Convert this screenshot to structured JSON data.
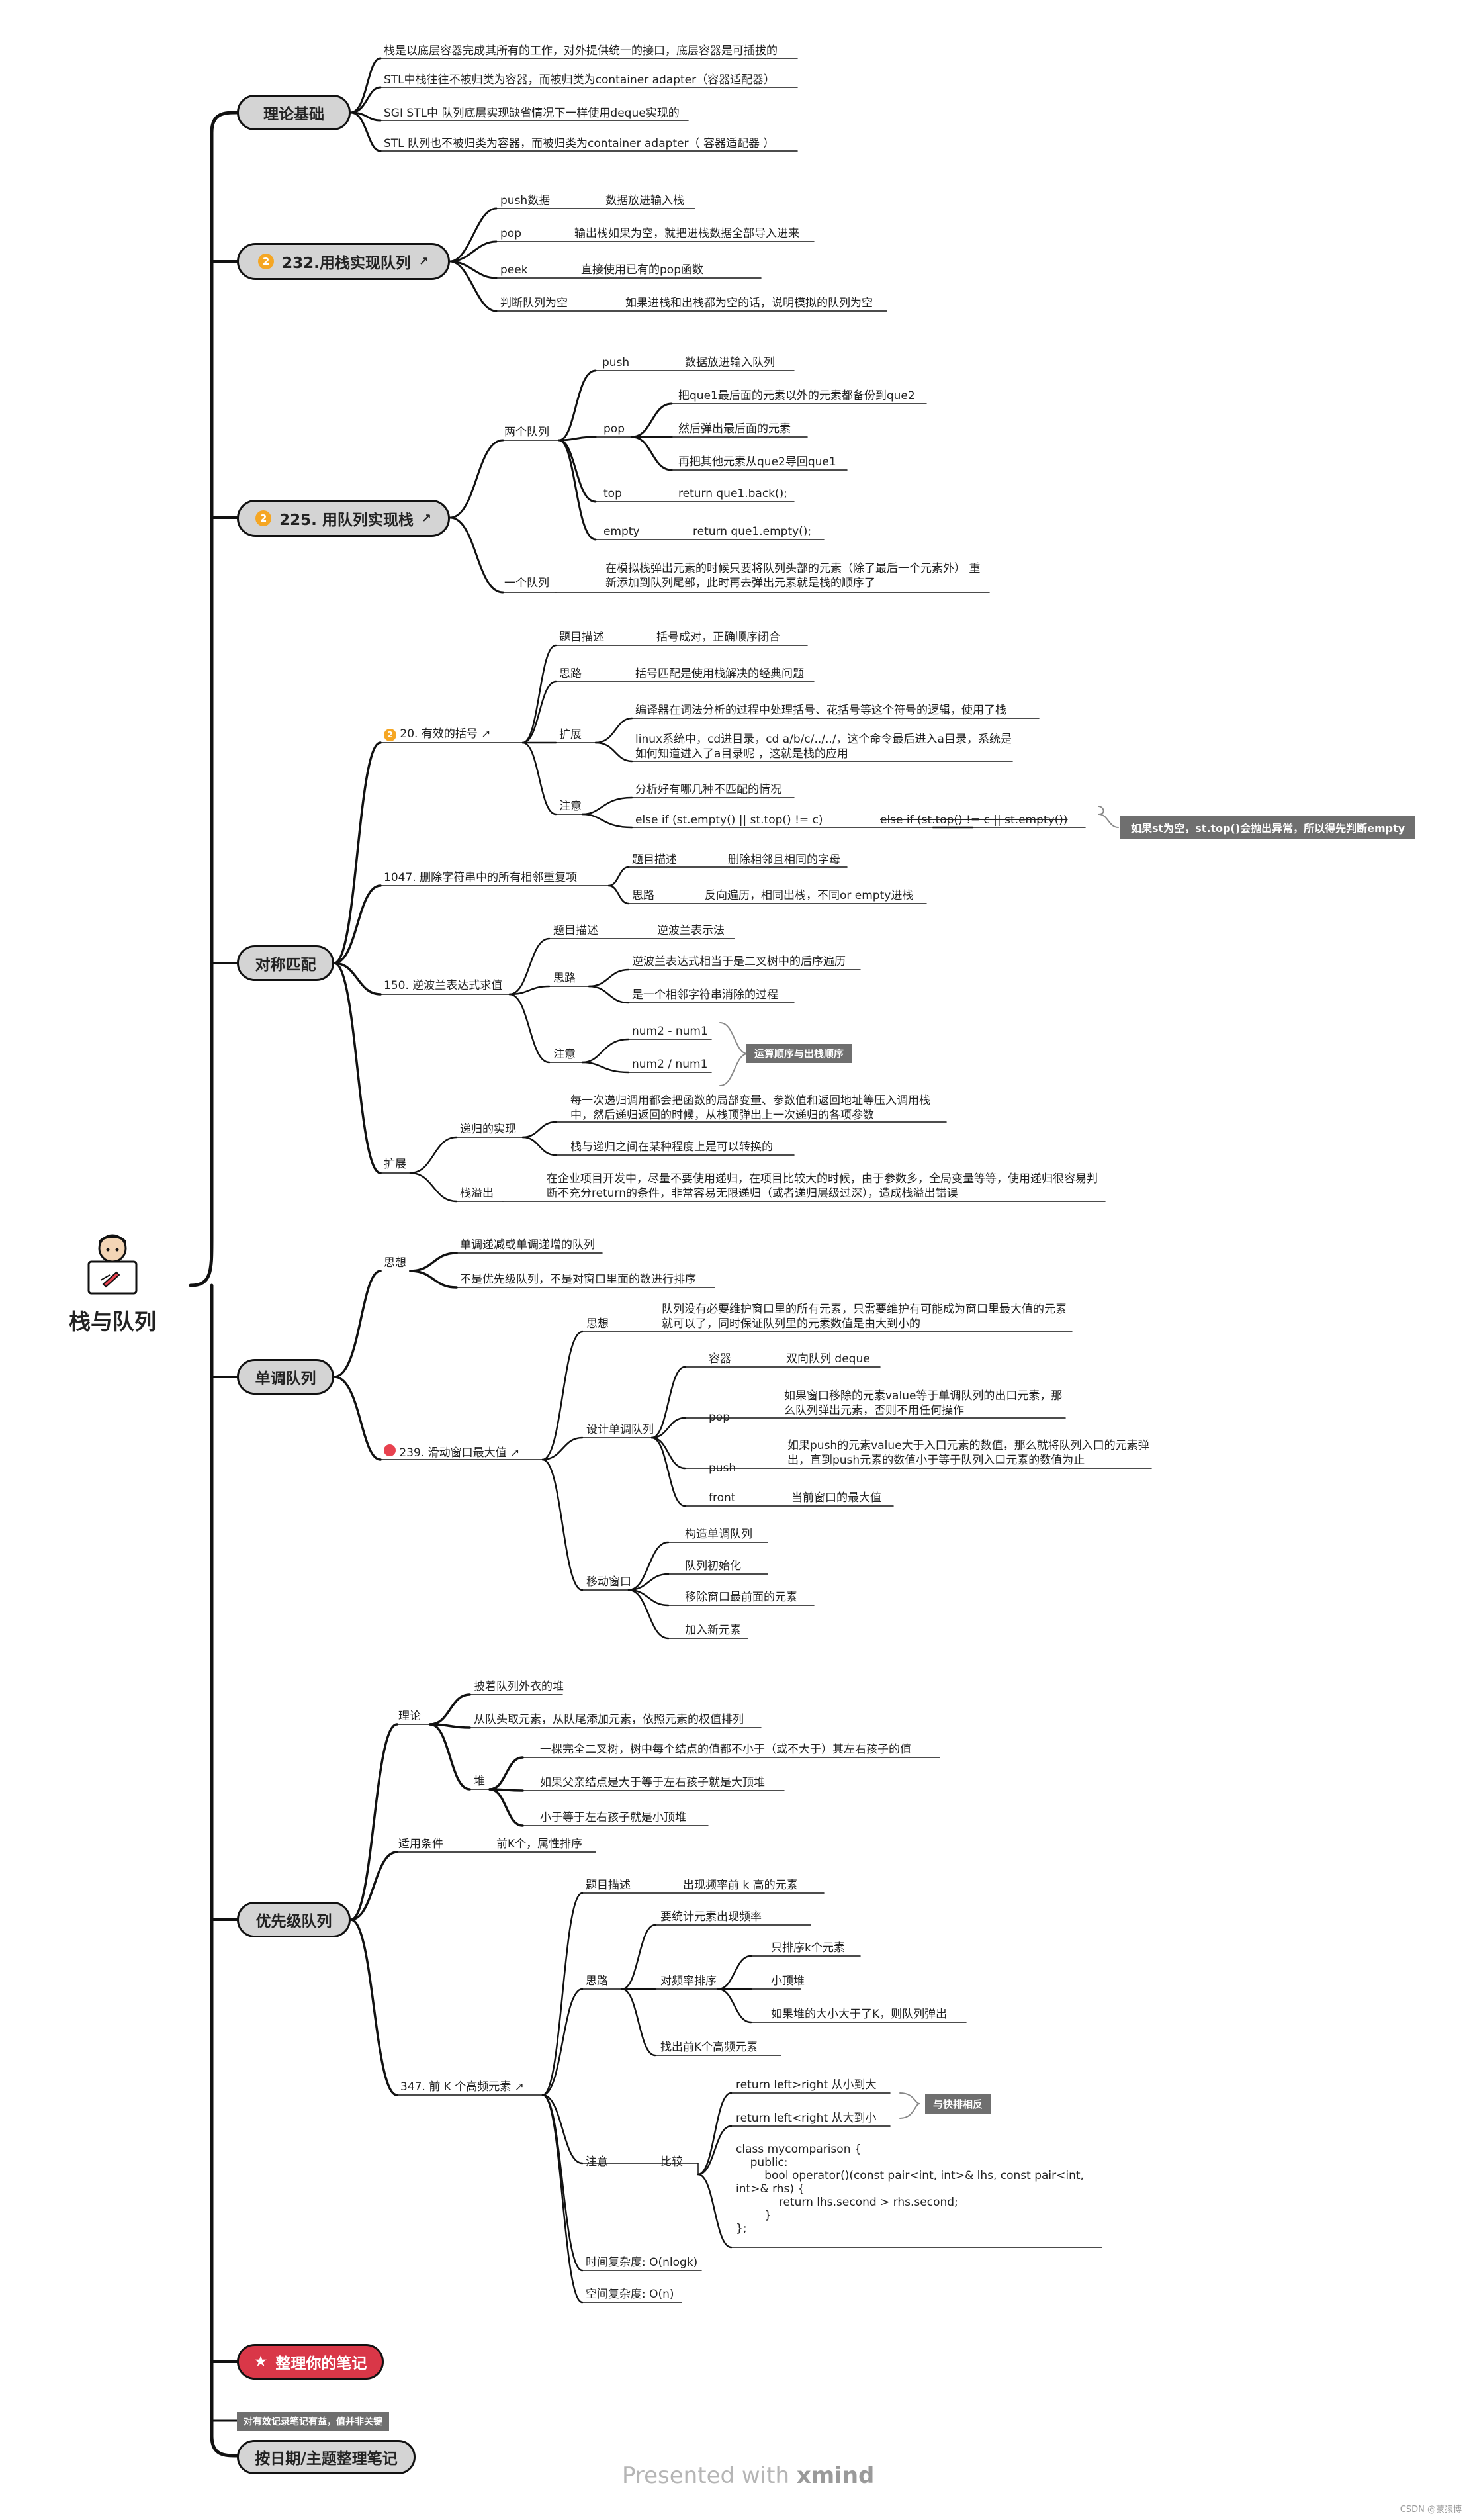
{
  "root": {
    "title": "栈与队列"
  },
  "watermark": {
    "prefix": "Presented with ",
    "brand": "xmind"
  },
  "credit": "CSDN @蒙猿博",
  "topics": {
    "t1": "理论基础",
    "t2": "232.用栈实现队列",
    "t3": "225. 用队列实现栈",
    "t4": "对称匹配",
    "t5": "单调队列",
    "t6": "优先级队列",
    "t7": "整理你的笔记",
    "t8": "按日期/主题整理笔记",
    "badge2": "2"
  },
  "b1": {
    "a": "栈是以底层容器完成其所有的工作，对外提供统一的接口，底层容器是可插拔的",
    "b": "STL中栈往往不被归类为容器，而被归类为container adapter（容器适配器）",
    "c": "SGI STL中 队列底层实现缺省情况下一样使用deque实现的",
    "d": "STL 队列也不被归类为容器，而被归类为container adapter（ 容器适配器 ）"
  },
  "b2": {
    "push": "push数据",
    "push_d": "数据放进输入栈",
    "pop": "pop",
    "pop_d": "输出栈如果为空，就把进栈数据全部导入进来",
    "peek": "peek",
    "peek_d": "直接使用已有的pop函数",
    "empty": "判断队列为空",
    "empty_d": "如果进栈和出栈都为空的话，说明模拟的队列为空"
  },
  "b3": {
    "two": "两个队列",
    "push": "push",
    "push_d": "数据放进输入队列",
    "pop": "pop",
    "pop1": "把que1最后面的元素以外的元素都备份到que2",
    "pop2": "然后弹出最后面的元素",
    "pop3": "再把其他元素从que2导回que1",
    "top": "top",
    "top_d": "return que1.back();",
    "empty": "empty",
    "empty_d": "return que1.empty();",
    "one": "一个队列",
    "one_d": "在模拟栈弹出元素的时候只要将队列头部的元素（除了最后一个元素外） 重新添加到队列尾部，此时再去弹出元素就是栈的顺序了"
  },
  "b4": {
    "p20": "20. 有效的括号",
    "desc": "题目描述",
    "desc_d": "括号成对，正确顺序闭合",
    "idea": "思路",
    "idea_d": "括号匹配是使用栈解决的经典问题",
    "ext": "扩展",
    "ext1": "编译器在词法分析的过程中处理括号、花括号等这个符号的逻辑，使用了栈",
    "ext2": "linux系统中，cd进目录，cd a/b/c/../../，这个命令最后进入a目录，系统是如何知道进入了a目录呢 ，这就是栈的应用",
    "note": "注意",
    "note1": "分析好有哪几种不匹配的情况",
    "note2": "else if (st.empty() || st.top() != c)",
    "note3": "else if (st.top() != c || st.empty())",
    "callout1": "如果st为空，st.top()会抛出异常，所以得先判断empty",
    "p1047": "1047. 删除字符串中的所有相邻重复项",
    "d1047": "题目描述",
    "d1047_d": "删除相邻且相同的字母",
    "i1047": "思路",
    "i1047_d": "反向遍历，相同出栈，不同or empty进栈",
    "p150": "150. 逆波兰表达式求值",
    "d150": "题目描述",
    "d150_d": "逆波兰表示法",
    "i150": "思路",
    "i150_1": "逆波兰表达式相当于是二叉树中的后序遍历",
    "i150_2": "是一个相邻字符串消除的过程",
    "n150": "注意",
    "n150_1": "num2 - num1",
    "n150_2": "num2 / num1",
    "callout2": "运算顺序与出栈顺序",
    "ext2t": "扩展",
    "rec": "递归的实现",
    "rec1": "每一次递归调用都会把函数的局部变量、参数值和返回地址等压入调用栈中，然后递归返回的时候，从栈顶弹出上一次递归的各项参数",
    "rec2": "栈与递归之间在某种程度上是可以转换的",
    "ovf": "栈溢出",
    "ovf_d": "在企业项目开发中，尽量不要使用递归，在项目比较大的时候，由于参数多，全局变量等等，使用递归很容易判断不充分return的条件，非常容易无限递归（或者递归层级过深），造成栈溢出错误"
  },
  "b5": {
    "idea": "思想",
    "idea1": "单调递减或单调递增的队列",
    "idea2": "不是优先级队列，不是对窗口里面的数进行排序",
    "p239": "239. 滑动窗口最大值",
    "s_idea": "思想",
    "s_idea_d": "队列没有必要维护窗口里的所有元素，只需要维护有可能成为窗口里最大值的元素就可以了，同时保证队列里的元素数值是由大到小的",
    "design": "设计单调队列",
    "cont": "容器",
    "cont_d": "双向队列 deque",
    "pop": "pop",
    "pop_d": "如果窗口移除的元素value等于单调队列的出口元素，那么队列弹出元素，否则不用任何操作",
    "push": "push",
    "push_d": "如果push的元素value大于入口元素的数值，那么就将队列入口的元素弹出，直到push元素的数值小于等于队列入口元素的数值为止",
    "front": "front",
    "front_d": "当前窗口的最大值",
    "move": "移动窗口",
    "m1": "构造单调队列",
    "m2": "队列初始化",
    "m3": "移除窗口最前面的元素",
    "m4": "加入新元素"
  },
  "b6": {
    "theory": "理论",
    "t1": "披着队列外衣的堆",
    "t2": "从队头取元素，从队尾添加元素，依照元素的权值排列",
    "heap": "堆",
    "h1": "一棵完全二叉树，树中每个结点的值都不小于（或不大于）其左右孩子的值",
    "h2": "如果父亲结点是大于等于左右孩子就是大顶堆",
    "h3": "小于等于左右孩子就是小顶堆",
    "cond": "适用条件",
    "cond_d": "前K个，属性排序",
    "p347": "347. 前 K 个高频元素",
    "desc": "题目描述",
    "desc_d": "出现频率前 k 高的元素",
    "idea": "思路",
    "i1": "要统计元素出现频率",
    "sort": "对频率排序",
    "s1": "只排序k个元素",
    "s2": "小顶堆",
    "s3": "如果堆的大小大于了K，则队列弹出",
    "i3": "找出前K个高频元素",
    "note": "注意",
    "cmp": "比较",
    "c1": "return left>right 从小到大",
    "c2": "return left<right 从大到小",
    "callout3": "与快排相反",
    "code": "class mycomparison {\n    public:\n        bool operator()(const pair<int, int>& lhs, const pair<int, int>& rhs) {\n            return lhs.second > rhs.second;\n        }\n};",
    "time": "时间复杂度: O(nlogk)",
    "space": "空间复杂度: O(n)"
  },
  "b8": {
    "callout": "对有效记录笔记有益，值并非关键"
  },
  "colors": {
    "pill": "#d4d4d4",
    "accent_red": "#d93748",
    "badge_orange": "#f5a623",
    "dot_red": "#e8424f",
    "callout_gray": "#6f6f6f",
    "line": "#111111"
  }
}
